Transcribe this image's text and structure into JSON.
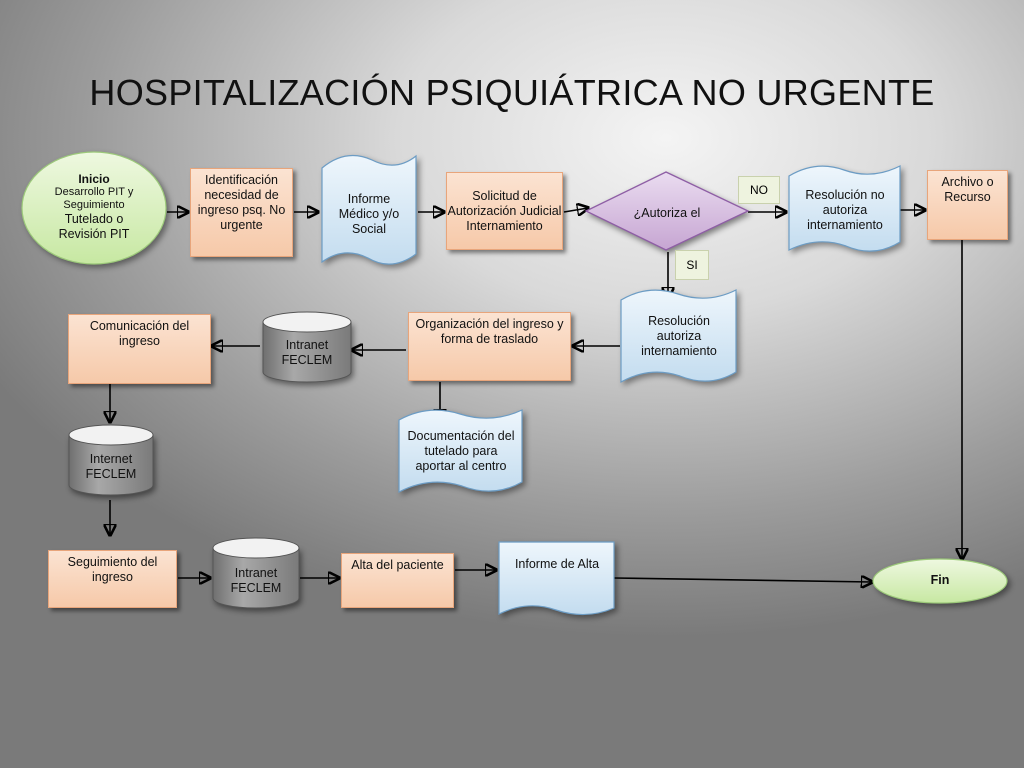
{
  "title": "HOSPITALIZACIÓN PSIQUIÁTRICA NO URGENTE",
  "nodes": {
    "inicio": {
      "heading": "Inicio",
      "line1": "Desarrollo PIT y",
      "line2": "Seguimiento",
      "line3": "Tutelado o",
      "line4": "Revisión PIT"
    },
    "identificacion": "Identificación necesidad de ingreso psq. No urgente",
    "informe_medico": "Informe Médico y/o Social",
    "solicitud": "Solicitud de Autorización Judicial Internamiento",
    "autoriza": "¿Autoriza el",
    "no_label": "NO",
    "si_label": "SI",
    "resolucion_no": "Resolución no autoriza internamiento",
    "archivo": "Archivo o Recurso",
    "resolucion_si": "Resolución autoriza internamiento",
    "organizacion": "Organización del ingreso y forma de traslado",
    "intranet_1": "Intranet FECLEM",
    "comunicacion": "Comunicación del ingreso",
    "documentacion": "Documentación del tutelado para aportar al centro",
    "internet": "Internet FECLEM",
    "seguimiento": "Seguimiento del ingreso",
    "intranet_2": "Intranet FECLEM",
    "alta": "Alta del paciente",
    "informe_alta": "Informe de Alta",
    "fin": "Fin"
  },
  "colors": {
    "process_fill": "#f8d3b8",
    "document_fill": "#d6e8f6",
    "database_fill": "#9a9a9a",
    "decision_fill": "#b78fc4",
    "terminal_fill": "#d5efb8"
  }
}
